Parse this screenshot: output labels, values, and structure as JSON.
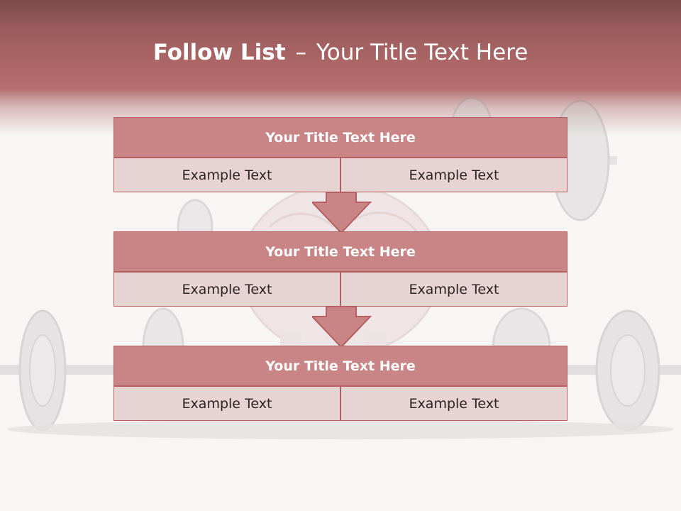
{
  "slide": {
    "title_strong": "Follow List",
    "title_dash": "–",
    "title_rest": "Your Title Text Here"
  },
  "blocks": [
    {
      "title": "Your Title Text Here",
      "left": "Example Text",
      "right": "Example Text"
    },
    {
      "title": "Your Title Text Here",
      "left": "Example Text",
      "right": "Example Text"
    },
    {
      "title": "Your Title Text Here",
      "left": "Example Text",
      "right": "Example Text"
    }
  ],
  "colors": {
    "header": "#b06868",
    "block_title_fill": "#c98586",
    "cell_fill": "#e8d3d3",
    "border": "#b45f61",
    "background": "#f8f5f5"
  },
  "icons": [
    "down-arrow-icon",
    "barbell-icon",
    "brain-icon"
  ]
}
